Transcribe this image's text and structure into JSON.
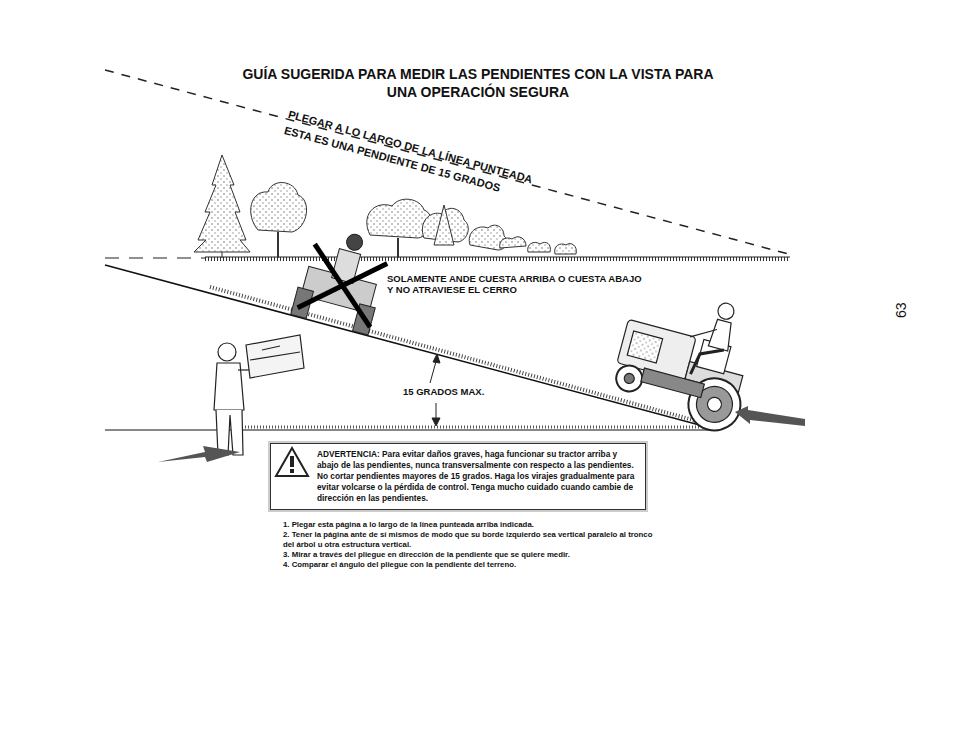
{
  "diagram": {
    "title": "GUÍA SUGERIDA PARA MEDIR LAS PENDIENTES CON LA VISTA PARA UNA OPERACIÓN SEGURA",
    "nodes": [
      {
        "text": [
          "ADVERTENCIA: Para evitar daños graves, haga funcionar su tractor arriba y abajo de las pendientes, nunca transversalmente con respecto a las pendientes. No cortar pendientes mayores de 15 grados. Haga los virajes gradualmente para evitar volcarse o la pérdida de control. Tenga mucho cuidado cuando cambie de dirección en las pendientes."
        ]
      }
    ],
    "labels": [
      "PLEGAR A LO LARGO DE LA LÍNEA PUNTEADA",
      "ESTA ES UNA PENDIENTE DE 15 GRADOS",
      "SOLAMENTE ANDE CUESTA ARRIBA O CUESTA ABAJO Y NO ATRAVIESE EL CERRO",
      "15 GRADOS MAX.",
      "1. Plegar esta página a lo largo de la línea punteada arriba indicada.",
      "2. Tener la página ante de sí mismos de modo que su borde izquierdo sea vertical paralelo al tronco del árbol u otra estructura vertical.",
      "3. Mirar a través del pliegue en dirección de la pendiente que se quiere medir.",
      "4. Comparar el ángulo del pliegue con la pendiente del terreno.",
      "63"
    ]
  }
}
